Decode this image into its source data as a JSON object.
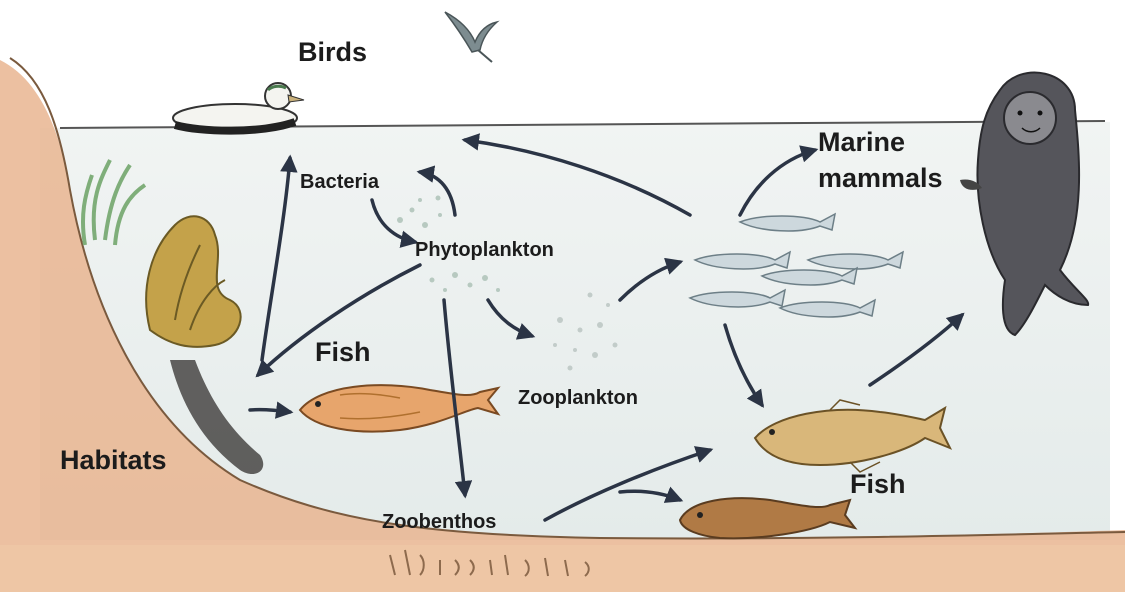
{
  "labels": {
    "birds": "Birds",
    "bacteria": "Bacteria",
    "phytoplankton": "Phytoplankton",
    "marine_mammals_1": "Marine",
    "marine_mammals_2": "mammals",
    "fish_left": "Fish",
    "zooplankton": "Zooplankton",
    "habitats": "Habitats",
    "fish_right": "Fish",
    "zoobenthos": "Zoobenthos"
  },
  "colors": {
    "water": "#eef2f1",
    "sediment": "#e9b590",
    "arrow": "#2b3445"
  },
  "icons": [
    "bird-icon",
    "eider-duck-icon",
    "seal-icon",
    "flatfish-icon",
    "cod-icon",
    "herring-school-icon",
    "seaweed-icon",
    "bottom-fish-icon"
  ]
}
